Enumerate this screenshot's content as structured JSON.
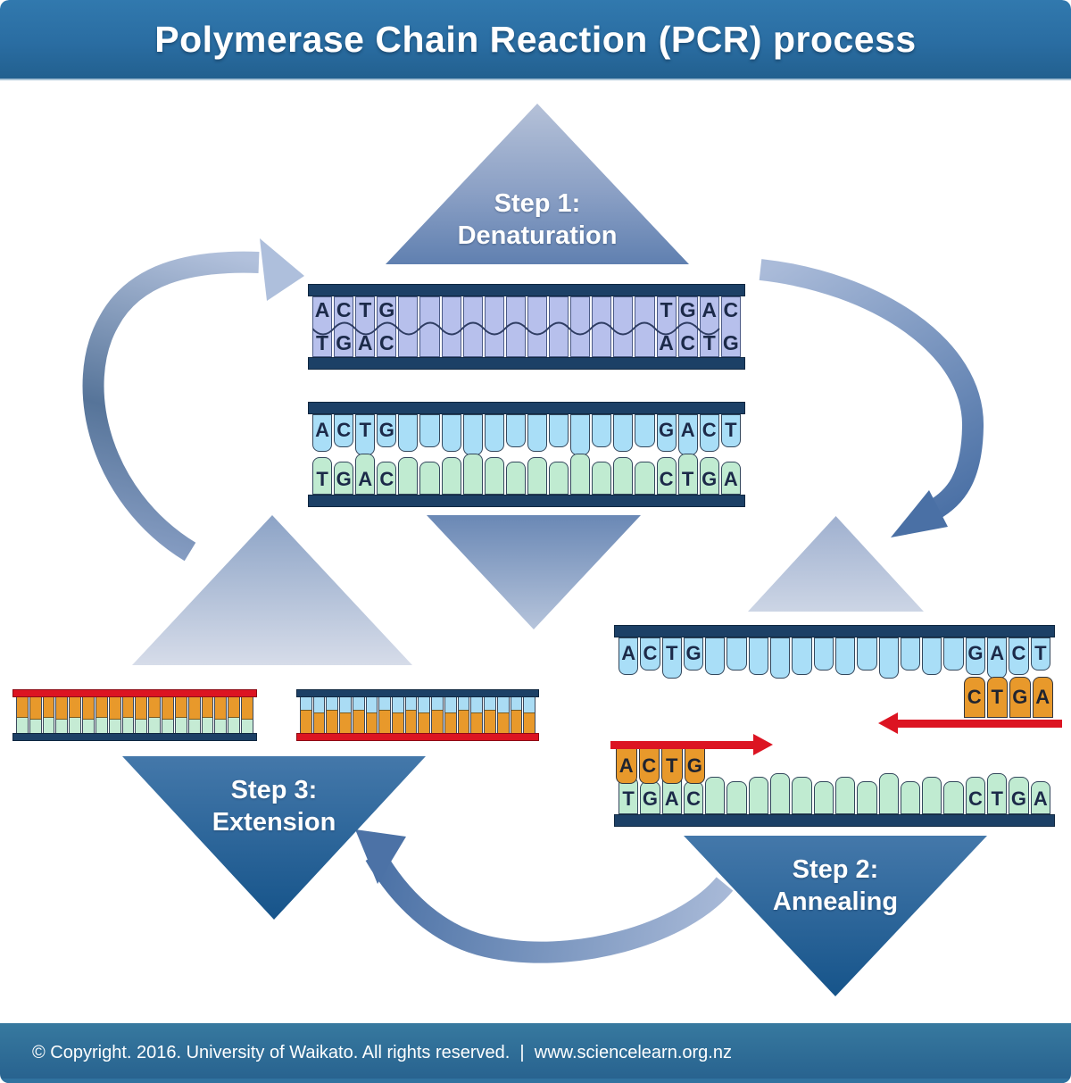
{
  "header": {
    "title": "Polymerase Chain Reaction (PCR) process"
  },
  "steps": {
    "step1": {
      "line1": "Step 1:",
      "line2": "Denaturation"
    },
    "step2": {
      "line1": "Step 2:",
      "line2": "Annealing"
    },
    "step3": {
      "line1": "Step 3:",
      "line2": "Extension"
    }
  },
  "strands": {
    "template_duplex": {
      "count": 20,
      "top": [
        "A",
        "C",
        "T",
        "G",
        "",
        "",
        "",
        "",
        "",
        "",
        "",
        "",
        "",
        "",
        "",
        "",
        "T",
        "G",
        "A",
        "C"
      ],
      "bottom": [
        "T",
        "G",
        "A",
        "C",
        "",
        "",
        "",
        "",
        "",
        "",
        "",
        "",
        "",
        "",
        "",
        "",
        "A",
        "C",
        "T",
        "G"
      ]
    },
    "denatured_blue": {
      "count": 20,
      "letters": [
        "A",
        "C",
        "T",
        "G",
        "",
        "",
        "",
        "",
        "",
        "",
        "",
        "",
        "",
        "",
        "",
        "",
        "G",
        "A",
        "C",
        "T"
      ]
    },
    "denatured_green": {
      "count": 20,
      "letters": [
        "T",
        "G",
        "A",
        "C",
        "",
        "",
        "",
        "",
        "",
        "",
        "",
        "",
        "",
        "",
        "",
        "",
        "C",
        "T",
        "G",
        "A"
      ]
    },
    "annealing_blue": {
      "count": 20,
      "letters": [
        "A",
        "C",
        "T",
        "G",
        "",
        "",
        "",
        "",
        "",
        "",
        "",
        "",
        "",
        "",
        "",
        "",
        "G",
        "A",
        "C",
        "T"
      ]
    },
    "reverse_primer": {
      "count": 4,
      "letters": [
        "C",
        "T",
        "G",
        "A"
      ]
    },
    "annealing_green": {
      "count": 20,
      "letters": [
        "T",
        "G",
        "A",
        "C",
        "",
        "",
        "",
        "",
        "",
        "",
        "",
        "",
        "",
        "",
        "",
        "",
        "C",
        "T",
        "G",
        "A"
      ]
    },
    "forward_primer": {
      "count": 4,
      "letters": [
        "A",
        "C",
        "T",
        "G"
      ]
    },
    "product_left": {
      "count": 18,
      "halves": true
    },
    "product_right": {
      "count": 18,
      "halves": true
    }
  },
  "footer": {
    "text": "© Copyright. 2016. University of Waikato. All rights reserved.  |  www.sciencelearn.org.nz"
  },
  "colors": {
    "header_blue_top": "#3179ae",
    "header_blue_bottom": "#22608f",
    "step_triangle_light": "#4478aa",
    "step_triangle_dark": "#16548a",
    "pale_triangle": "#b5c1d8",
    "cycle_arrow_light": "#aebfdc",
    "cycle_arrow_dark": "#4a70a5",
    "backbone_navy": "#1c4066",
    "backbone_red": "#dc1422",
    "template_cell_purple": "#b7c0ec",
    "denatured_cell_blue": "#a9def7",
    "denatured_cell_green": "#c0ebd1",
    "primer_orange": "#e8992b",
    "primer_arrow_red": "#dc1422"
  }
}
